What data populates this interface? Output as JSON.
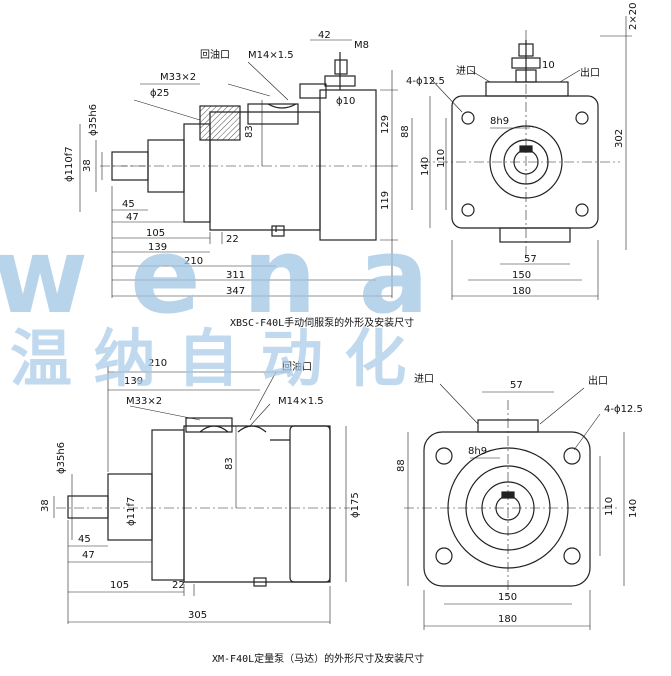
{
  "watermark": {
    "latin": "wena",
    "chinese": "温 纳 自 动 化",
    "color": "#9ec4e4"
  },
  "top": {
    "caption": "XBSC-F40L手动伺服泵的外形及安装尺寸",
    "labels": {
      "oil_return": "回油口",
      "m14": "M14×1.5",
      "d42": "42",
      "m8": "M8",
      "m33": "M33×2",
      "phi25": "ϕ25",
      "phi35h6": "ϕ35h6",
      "phi10": "ϕ10",
      "phi110f7": "ϕ110f7",
      "d38": "38",
      "d83": "83",
      "d45": "45",
      "d47": "47",
      "d105": "105",
      "d22": "22",
      "d139": "139",
      "d210": "210",
      "d311": "311",
      "d347": "347",
      "d129": "129",
      "d119": "119",
      "d2x20": "2×20",
      "inlet": "进口",
      "outlet": "出口",
      "holes": "4-ϕ12.5",
      "d10": "10",
      "d8h9": "8h9",
      "d88": "88",
      "d140": "140",
      "d110": "110",
      "d302": "302",
      "d57": "57",
      "d150": "150",
      "d180": "180"
    }
  },
  "bottom": {
    "caption": "XM-F40L定量泵（马达）的外形尺寸及安装尺寸",
    "labels": {
      "d210": "210",
      "d139": "139",
      "oil_return": "回油口",
      "m33": "M33×2",
      "m14": "M14×1.5",
      "phi35h6": "ϕ35h6",
      "d83": "83",
      "phi11f7": "ϕ11f7",
      "phi175": "ϕ175",
      "d38": "38",
      "d45": "45",
      "d47": "47",
      "d105": "105",
      "d22": "22",
      "d305": "305",
      "inlet": "进口",
      "outlet": "出口",
      "d57": "57",
      "holes": "4-ϕ12.5",
      "d8h9": "8h9",
      "d88": "88",
      "d110": "110",
      "d140": "140",
      "d150": "150",
      "d180": "180"
    }
  }
}
